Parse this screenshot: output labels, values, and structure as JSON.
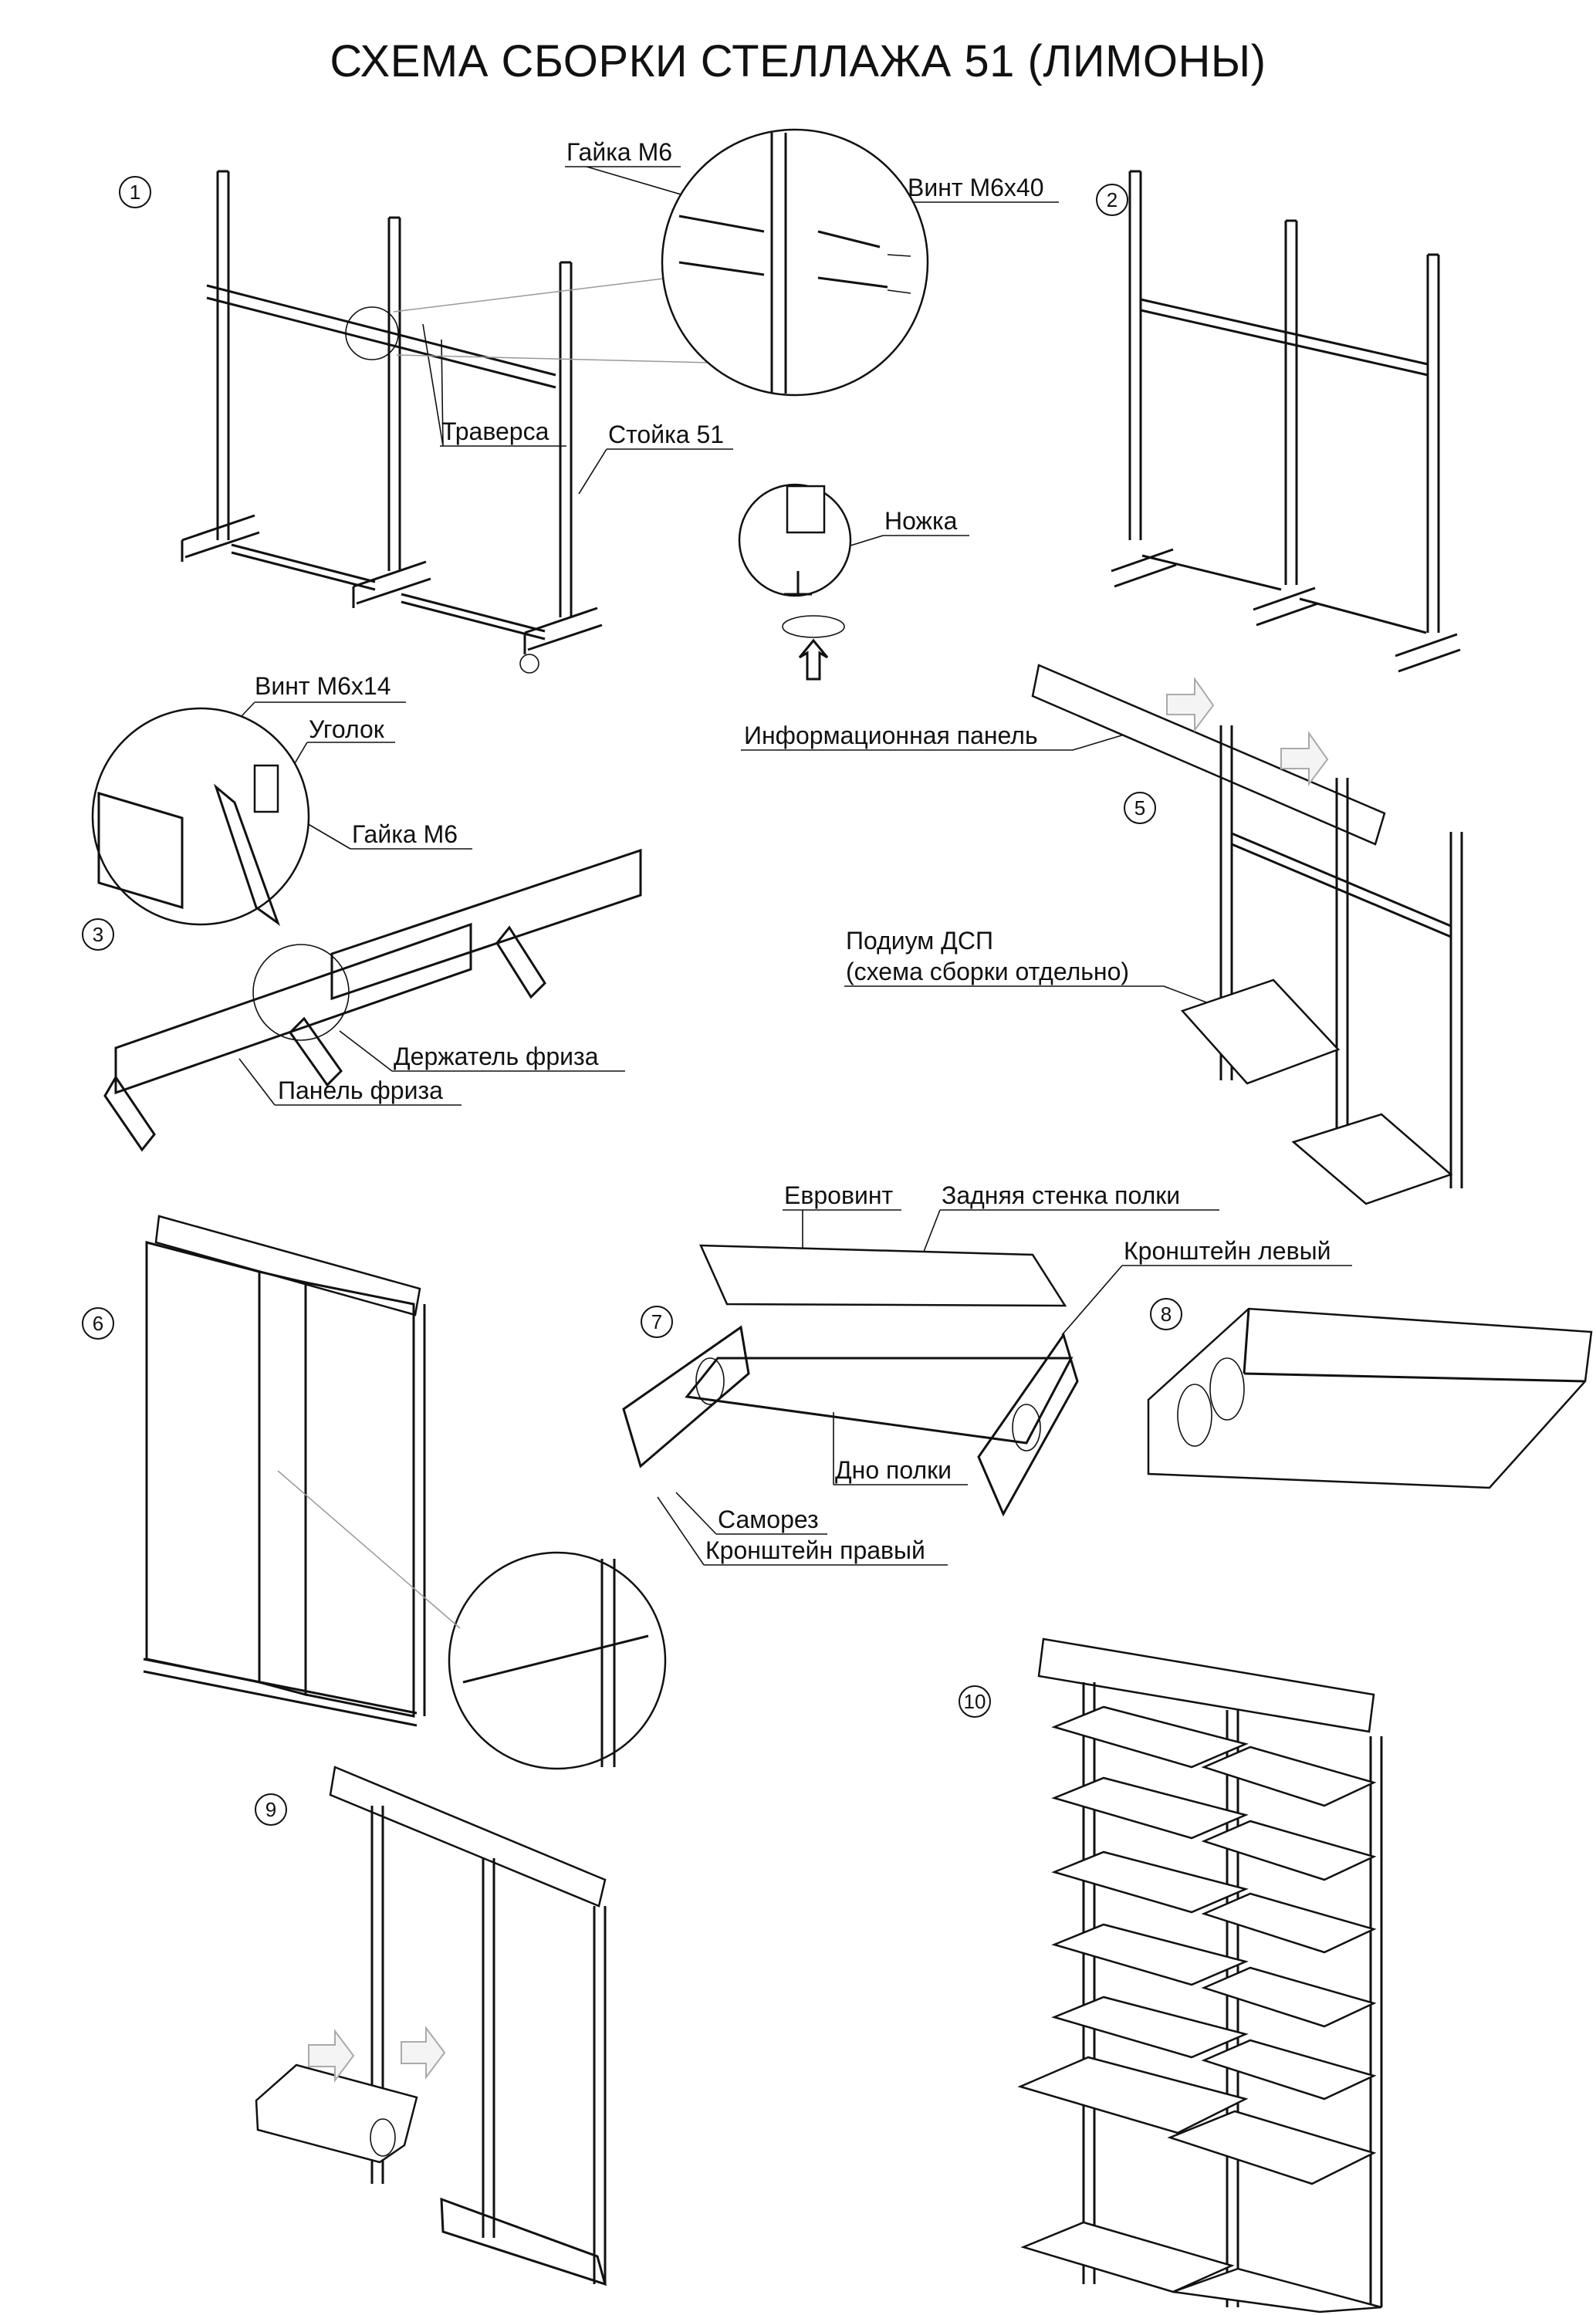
{
  "title": "СХЕМА СБОРКИ СТЕЛЛАЖА 51 (ЛИМОНЫ)",
  "steps": [
    "1",
    "2",
    "3",
    "5",
    "6",
    "7",
    "8",
    "9",
    "10"
  ],
  "labels": {
    "nut_m6_top": "Гайка М6",
    "screw_m6x40": "Винт М6х40",
    "traversa": "Траверса",
    "stoyka": "Стойка 51",
    "nozhka": "Ножка",
    "screw_m6x14": "Винт М6х14",
    "ugolok": "Уголок",
    "nut_m6_mid": "Гайка М6",
    "info_panel": "Информационная панель",
    "podium_line1": "Подиум ДСП",
    "podium_line2": "(схема сборки отдельно)",
    "frieze_holder": "Держатель фриза",
    "frieze_panel": "Панель фриза",
    "eurovint": "Евровинт",
    "shelf_back": "Задняя стенка полки",
    "bracket_left": "Кронштейн левый",
    "shelf_bottom": "Дно полки",
    "samorez": "Саморез",
    "bracket_right": "Кронштейн правый"
  }
}
